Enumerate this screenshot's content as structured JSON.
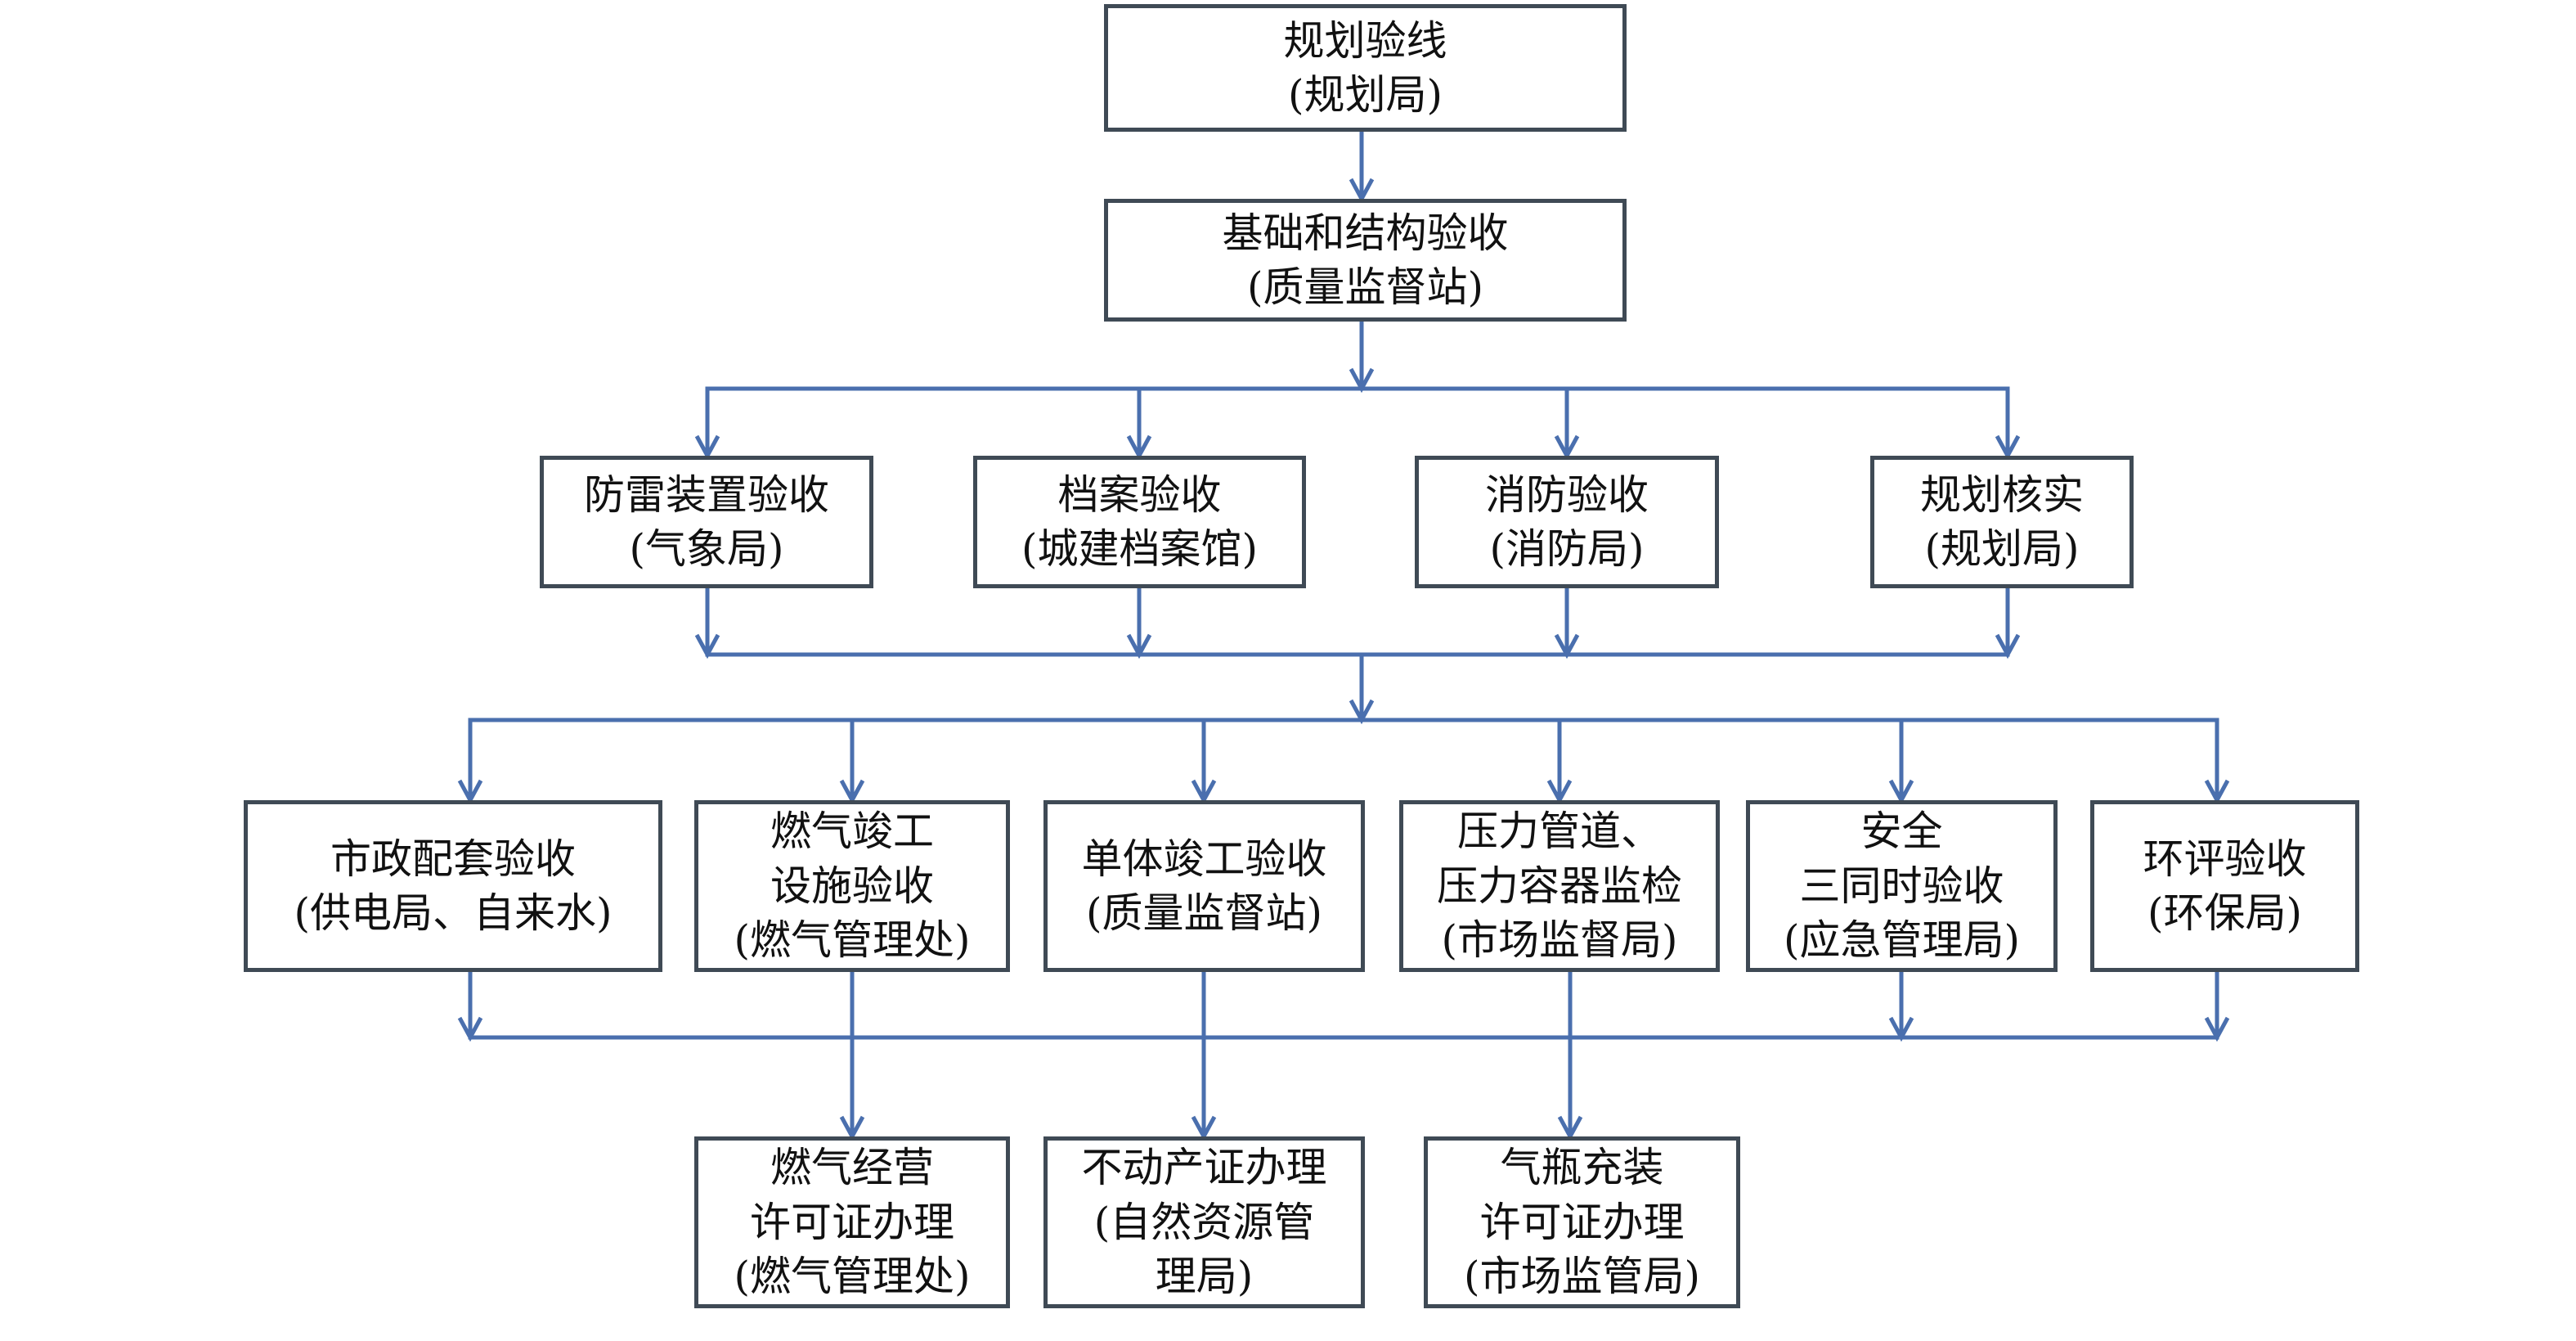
{
  "colors": {
    "connector": "#4a6fae",
    "box_border": "#3f4a55",
    "text": "#111111"
  },
  "nodes": [
    {
      "id": "planning-line-check",
      "lines": [
        "规划验线",
        "(规划局)"
      ]
    },
    {
      "id": "foundation-structure-acceptance",
      "lines": [
        "基础和结构验收",
        "(质量监督站)"
      ]
    },
    {
      "id": "lightning-protection-acceptance",
      "lines": [
        "防雷装置验收",
        "(气象局)"
      ]
    },
    {
      "id": "archives-acceptance",
      "lines": [
        "档案验收",
        "(城建档案馆)"
      ]
    },
    {
      "id": "fire-protection-acceptance",
      "lines": [
        "消防验收",
        "(消防局)"
      ]
    },
    {
      "id": "planning-verification",
      "lines": [
        "规划核实",
        "(规划局)"
      ]
    },
    {
      "id": "municipal-supporting-acceptance",
      "lines": [
        "市政配套验收",
        "(供电局、自来水)"
      ]
    },
    {
      "id": "gas-facility-acceptance",
      "lines": [
        "燃气竣工",
        "设施验收",
        "(燃气管理处)"
      ]
    },
    {
      "id": "single-building-completion-acceptance",
      "lines": [
        "单体竣工验收",
        "(质量监督站)"
      ]
    },
    {
      "id": "pressure-pipeline-inspection",
      "lines": [
        "压力管道、",
        "压力容器监检",
        "(市场监督局)"
      ]
    },
    {
      "id": "safety-three-simultaneous-acceptance",
      "lines": [
        "安全",
        "三同时验收",
        "(应急管理局)"
      ]
    },
    {
      "id": "environmental-assessment-acceptance",
      "lines": [
        "环评验收",
        "(环保局)"
      ]
    },
    {
      "id": "gas-business-license",
      "lines": [
        "燃气经营",
        "许可证办理",
        "(燃气管理处)"
      ]
    },
    {
      "id": "real-estate-certificate",
      "lines": [
        "不动产证办理",
        "(自然资源管",
        "理局)"
      ]
    },
    {
      "id": "gas-cylinder-filling-license",
      "lines": [
        "气瓶充装",
        "许可证办理",
        "(市场监管局)"
      ]
    }
  ]
}
